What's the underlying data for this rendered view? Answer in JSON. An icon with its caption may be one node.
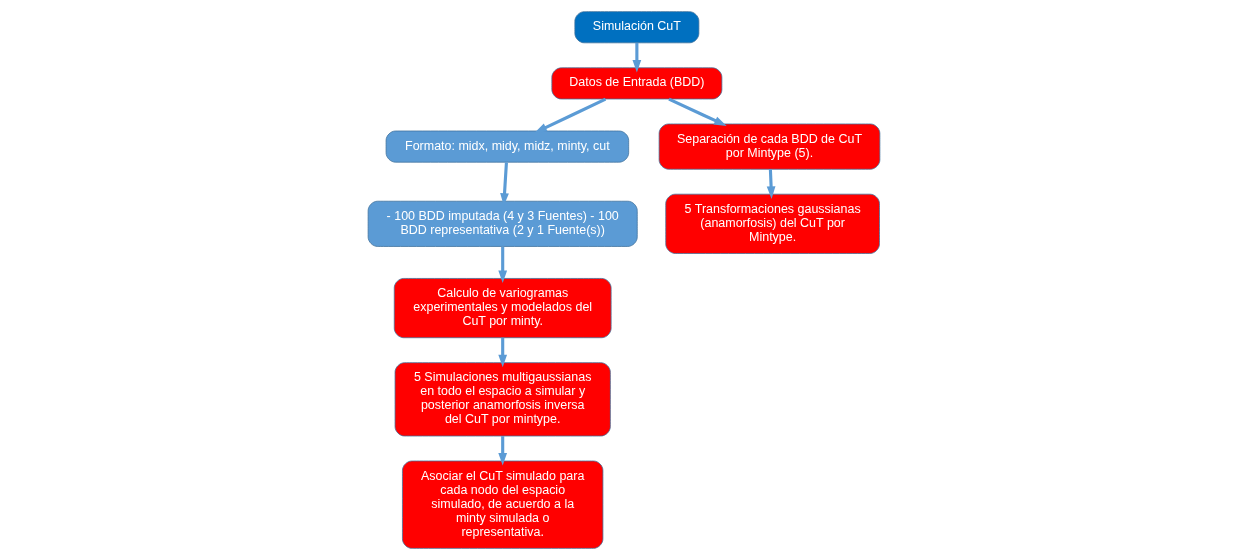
{
  "diagram": {
    "nodes": [
      {
        "text": [
          "Simulación CuT"
        ]
      },
      {
        "text": [
          "Datos de Entrada (BDD)"
        ]
      },
      {
        "text": [
          "Formato: midx, midy, midz, minty, cut"
        ]
      },
      {
        "text": [
          "- 100 BDD imputada (4 y 3 Fuentes) - 100 BDD representativa (2 y 1 Fuente(s))"
        ]
      },
      {
        "text": [
          "Separación de cada BDD de CuT por Mintype (5)."
        ]
      },
      {
        "text": [
          "5 Transformaciones gaussianas (anamorfosis) del CuT por Mintype."
        ]
      },
      {
        "text": [
          "Calculo de variogramas experimentales y modelados del CuT por minty."
        ]
      },
      {
        "text": [
          "5 Simulaciones multigaussianas en todo el espacio a simular y posterior anamorfosis inversa del CuT por mintype."
        ]
      },
      {
        "text": [
          "Asociar el CuT simulado para cada nodo del espacio simulado, de acuerdo a la minty simulada o representativa."
        ]
      }
    ],
    "edges": [
      {
        "from": 0,
        "to": 1,
        "arrow": "to"
      },
      {
        "from": 1,
        "to": 2,
        "arrow": "to"
      },
      {
        "from": 2,
        "to": 3,
        "arrow": "to"
      },
      {
        "from": 1,
        "to": 4,
        "arrow": "to"
      },
      {
        "from": 4,
        "to": 5,
        "arrow": "to"
      },
      {
        "from": 3,
        "to": 6,
        "arrow": "to"
      },
      {
        "from": 6,
        "to": 7,
        "arrow": "to"
      },
      {
        "from": 7,
        "to": 8,
        "arrow": "to"
      }
    ]
  }
}
